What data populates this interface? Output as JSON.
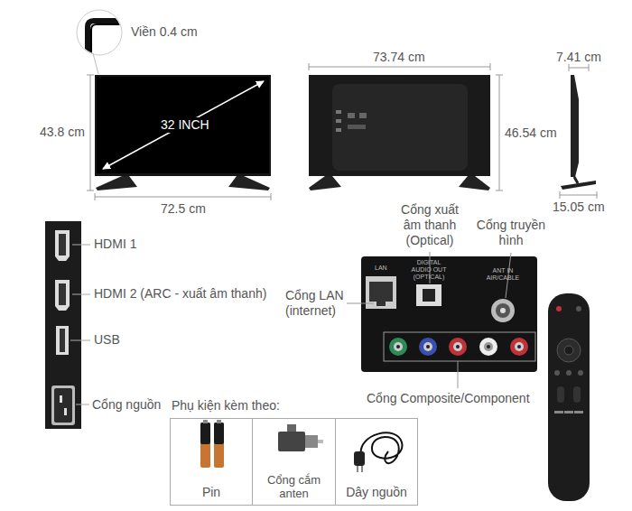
{
  "diagram": {
    "nodes": [
      {
        "text": [
          "Phụ kiện kèm theo:"
        ]
      },
      {
        "text": [
          "Pin"
        ],
        "in": 0
      },
      {
        "text": [
          "Cổng cắm anten"
        ],
        "in": 0
      },
      {
        "text": [
          "Dây nguồn"
        ],
        "in": 0
      }
    ],
    "labels": [
      "Viền 0.4 cm",
      "32 INCH",
      "43.8 cm",
      "72.5 cm",
      "73.74 cm",
      "46.54 cm",
      "7.41 cm",
      "15.05 cm",
      "HDMI 1",
      "HDMI 2 (ARC - xuất âm thanh)",
      "USB",
      "Cổng nguồn",
      "Cổng xuất âm thanh (Optical)",
      "Cổng truyền hình",
      "Cổng LAN (internet)",
      "LAN",
      "DIGITAL AUDIO OUT (OPTICAL)",
      "ANT IN AIR/CABLE",
      "Cổng Composite/Component"
    ]
  }
}
